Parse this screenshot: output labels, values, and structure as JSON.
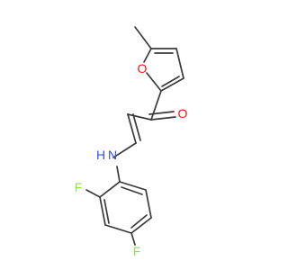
{
  "molecule": {
    "atoms": [
      {
        "id": "c_me",
        "element": "C",
        "label": ""
      },
      {
        "id": "c5",
        "element": "C",
        "label": ""
      },
      {
        "id": "c4",
        "element": "C",
        "label": ""
      },
      {
        "id": "c3",
        "element": "C",
        "label": ""
      },
      {
        "id": "c2",
        "element": "C",
        "label": ""
      },
      {
        "id": "o_fur",
        "element": "O",
        "label": "O"
      },
      {
        "id": "c_co",
        "element": "C",
        "label": ""
      },
      {
        "id": "o_co",
        "element": "O",
        "label": "O"
      },
      {
        "id": "c_a",
        "element": "C",
        "label": ""
      },
      {
        "id": "c_b",
        "element": "C",
        "label": ""
      },
      {
        "id": "n_h",
        "element": "N",
        "label": "H"
      },
      {
        "id": "n",
        "element": "N",
        "label": "N"
      },
      {
        "id": "p1",
        "element": "C",
        "label": ""
      },
      {
        "id": "p2",
        "element": "C",
        "label": ""
      },
      {
        "id": "p3",
        "element": "C",
        "label": ""
      },
      {
        "id": "p4",
        "element": "C",
        "label": ""
      },
      {
        "id": "p5",
        "element": "C",
        "label": ""
      },
      {
        "id": "p6",
        "element": "C",
        "label": ""
      },
      {
        "id": "f_ortho",
        "element": "F",
        "label": "F"
      },
      {
        "id": "f_para",
        "element": "F",
        "label": "F"
      }
    ],
    "colors": {
      "bond": "#3a3a3a",
      "carbon": "#3a3a3a",
      "oxygen": "#ff0d0d",
      "nitrogen": "#3050f8",
      "fluorine": "#90e050"
    }
  }
}
